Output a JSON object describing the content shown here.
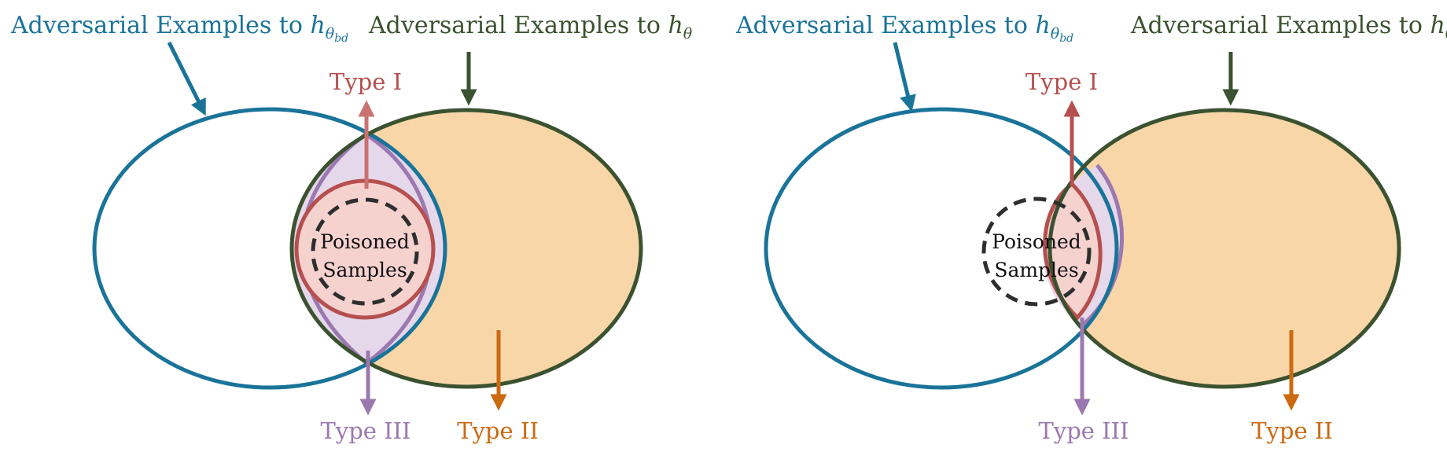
{
  "colors": {
    "blue": "#1a7399",
    "green": "#3b5230",
    "red": "#b5504f",
    "purple": "#9b78b0",
    "orange": "#cc6a12",
    "peach": "#f9d6a8",
    "lavender": "#e5d8ea",
    "pink": "#f6d2cf",
    "dashed": "#2e2e2e"
  },
  "panels": [
    {
      "label_bd_prefix": "Adversarial Examples to ",
      "label_bd_math": "h",
      "label_bd_sub": "θ",
      "label_bd_subsub": "bd",
      "label_clean_prefix": "Adversarial Examples to ",
      "label_clean_math": "h",
      "label_clean_sub": "θ",
      "type1": "Type I",
      "type2": "Type II",
      "type3": "Type III",
      "poisoned_line1": "Poisoned",
      "poisoned_line2": "Samples"
    },
    {
      "label_bd_prefix": "Adversarial Examples to ",
      "label_bd_math": "h",
      "label_bd_sub": "θ",
      "label_bd_subsub": "bd",
      "label_clean_prefix": "Adversarial Examples to ",
      "label_clean_math": "h",
      "label_clean_sub": "θ",
      "type1": "Type I",
      "type2": "Type II",
      "type3": "Type III",
      "poisoned_line1": "Poisoned",
      "poisoned_line2": "Samples"
    }
  ]
}
